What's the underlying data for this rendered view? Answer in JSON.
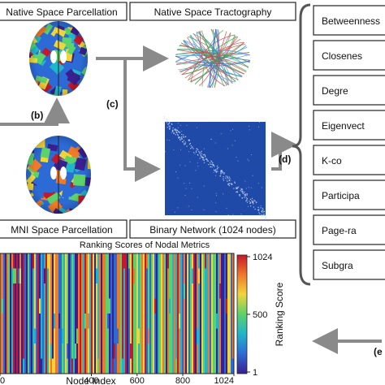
{
  "panels": {
    "native_parcellation": "Native Space Parcellation",
    "native_tractography": "Native Space Tractography",
    "mni_parcellation": "MNI Space Parcellation",
    "binary_network": "Binary Network (1024 nodes)"
  },
  "steps": {
    "b": "(b)",
    "c": "(c)",
    "d": "(d)",
    "e": "(e"
  },
  "metrics": [
    "Betweenness",
    "Closenes",
    "Degre",
    "Eigenvect",
    "K-co",
    "Participa",
    "Page-ra",
    "Subgra"
  ],
  "heatmap": {
    "title": "Ranking Scores of Nodal Metrics",
    "xlabel": "Node Index",
    "colorbar_label": "Ranking Score",
    "colorbar_ticks": [
      "1024",
      "500",
      "1"
    ],
    "x_ticks": [
      "0",
      "400",
      "600",
      "800",
      "1024"
    ]
  },
  "colors": {
    "arrow": "#8a8a8a",
    "matrix_bg": "#1f4aa8",
    "colormap": [
      "#3b1f8f",
      "#2c6bd6",
      "#1fb6c9",
      "#5cd26a",
      "#f0d53a",
      "#f07a2a",
      "#c7182a"
    ]
  },
  "chart_data": {
    "type": "heatmap",
    "title": "Ranking Scores of Nodal Metrics",
    "xlabel": "Node Index",
    "ylabel": "",
    "x_range": [
      0,
      1024
    ],
    "x_ticks": [
      0,
      400,
      600,
      800,
      1024
    ],
    "colorbar_label": "Ranking Score",
    "colorbar_range": [
      1,
      1024
    ],
    "colorbar_ticks": [
      1,
      500,
      1024
    ]
  }
}
